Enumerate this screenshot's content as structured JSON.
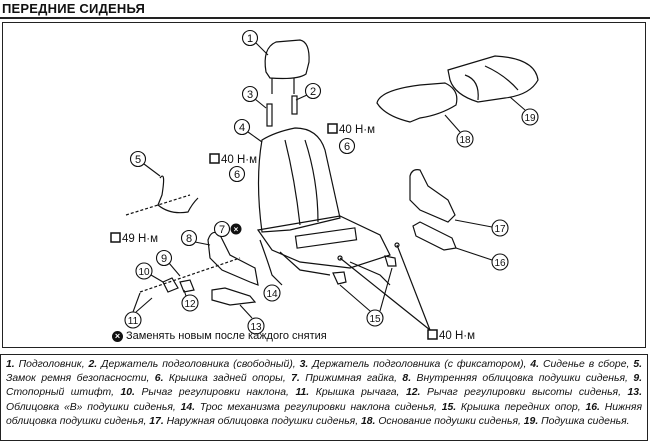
{
  "header": {
    "title": "ПЕРЕДНИЕ СИДЕНЬЯ"
  },
  "diagram": {
    "callouts": [
      {
        "num": "1",
        "label": "Подголовник"
      },
      {
        "num": "2",
        "label": "Держатель подголовника (свободный)"
      },
      {
        "num": "3",
        "label": "Держатель подголовника (с фиксатором)"
      },
      {
        "num": "4",
        "label": "Сиденье в сборе"
      },
      {
        "num": "5",
        "label": "Замок ремня безопасности"
      },
      {
        "num": "6",
        "label": "Крышка задней опоры"
      },
      {
        "num": "6",
        "label": "Крышка задней опоры"
      },
      {
        "num": "7",
        "label": "Прижимная гайка"
      },
      {
        "num": "8",
        "label": "Внутренняя облицовка подушки сиденья"
      },
      {
        "num": "9",
        "label": "Стопорный штифт"
      },
      {
        "num": "10",
        "label": "Рычаг регулировки наклона"
      },
      {
        "num": "11",
        "label": "Крышка рычага"
      },
      {
        "num": "12",
        "label": "Рычаг регулировки высоты сиденья"
      },
      {
        "num": "13",
        "label": "Облицовка «B» подушки сиденья"
      },
      {
        "num": "14",
        "label": "Трос механизма регулировки наклона сиденья"
      },
      {
        "num": "15",
        "label": "Крышка передних опор"
      },
      {
        "num": "16",
        "label": "Нижняя облицовка подушки сиденья"
      },
      {
        "num": "17",
        "label": "Наружная облицовка подушки сиденья"
      },
      {
        "num": "18",
        "label": "Основание подушки сиденья"
      },
      {
        "num": "19",
        "label": "Подушка сиденья"
      }
    ],
    "torques": [
      {
        "value": "40 Н·м"
      },
      {
        "value": "40 Н·м"
      },
      {
        "value": "49 Н·м"
      },
      {
        "value": "40 Н·м"
      }
    ],
    "note": {
      "icon": "replace-x-icon",
      "text": "Заменять новым после каждого снятия"
    }
  },
  "caption": {
    "items": [
      {
        "n": "1.",
        "t": " Подголовник, "
      },
      {
        "n": "2.",
        "t": " Держатель подголовника (свободный), "
      },
      {
        "n": "3.",
        "t": " Держатель подголовника (с фиксатором), "
      },
      {
        "n": "4.",
        "t": " Сиденье в сборе, "
      },
      {
        "n": "5.",
        "t": " Замок ремня безопасности, "
      },
      {
        "n": "6.",
        "t": " Крышка задней опоры, "
      },
      {
        "n": "7.",
        "t": " Прижимная гайка, "
      },
      {
        "n": "8.",
        "t": " Внутренняя облицовка подушки сиденья, "
      },
      {
        "n": "9.",
        "t": " Стопорный штифт, "
      },
      {
        "n": "10.",
        "t": " Рычаг регулировки наклона, "
      },
      {
        "n": "11.",
        "t": " Крышка рычага, "
      },
      {
        "n": "12.",
        "t": " Рычаг регулировки высоты сиденья, "
      },
      {
        "n": "13.",
        "t": " Облицовка «B» подушки сиденья, "
      },
      {
        "n": "14.",
        "t": " Трос механизма регулировки наклона сиденья, "
      },
      {
        "n": "15.",
        "t": " Крышка передних опор, "
      },
      {
        "n": "16.",
        "t": " Нижняя облицовка подушки сиденья, "
      },
      {
        "n": "17.",
        "t": " Наружная облицовка подушки сиденья, "
      },
      {
        "n": "18.",
        "t": " Основание подушки сиденья, "
      },
      {
        "n": "19.",
        "t": " Подушка сиденья."
      }
    ]
  }
}
